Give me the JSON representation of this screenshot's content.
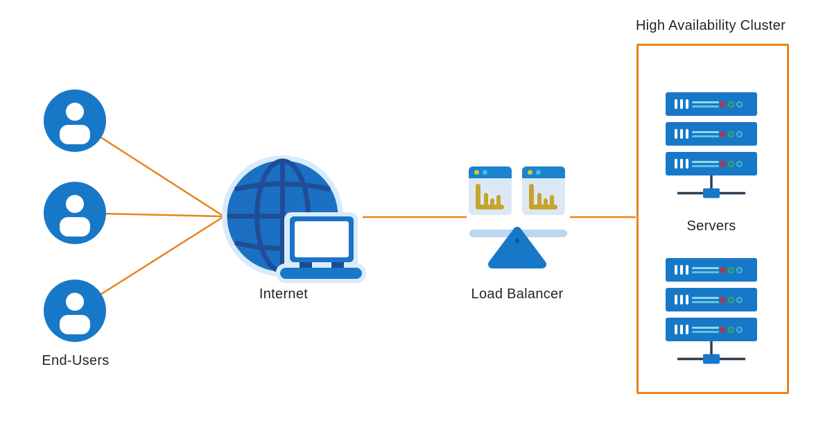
{
  "diagram": {
    "end_users": {
      "label": "End-Users",
      "user_count": 3
    },
    "internet": {
      "label": "Internet"
    },
    "load_balancer": {
      "label": "Load Balancer",
      "browser_window_count": 2
    },
    "cluster": {
      "title": "High Availability Cluster",
      "servers_label": "Servers",
      "stack_count": 2,
      "servers_per_stack": 3
    },
    "colors": {
      "accent_orange": "#E8831D",
      "primary_blue": "#1878C8",
      "globe_grid_navy": "#1F4E96",
      "connector_slate": "#2E3F50",
      "light_blue": "#D9EBF9",
      "chart_gold": "#C6A52E",
      "status_red": "#A83A52",
      "status_green": "#3FAE42",
      "status_cyan": "#45B8D2",
      "text": "#1F2329"
    }
  }
}
